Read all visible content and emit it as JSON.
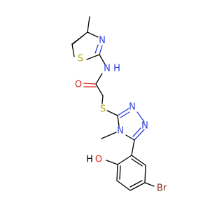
{
  "molecule": {
    "atoms": {
      "s_thiazole": "S",
      "n_thiazole": "N",
      "nh": "N",
      "h_amide": "H",
      "o_carbonyl": "O",
      "s_thioether": "S",
      "n_triazole_top": "N",
      "n_triazole_right": "N",
      "n_triazole_methyl": "N",
      "o_hydroxyl": "O",
      "h_hydroxyl": "H",
      "br": "Br"
    },
    "colors": {
      "sulfur": "#b8a31a",
      "nitrogen": "#2b3fd6",
      "oxygen": "#e0261d",
      "bromine": "#8a2a1c",
      "carbon": "#000000"
    }
  }
}
